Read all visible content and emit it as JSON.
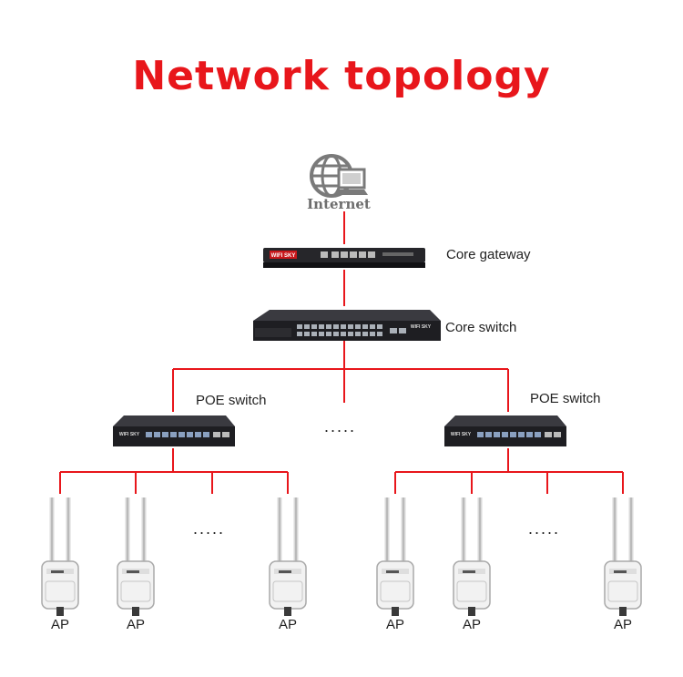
{
  "title": "Network topology",
  "internet_label": "Internet",
  "core_gateway_label": "Core gateway",
  "core_switch_label": "Core switch",
  "poe_switch_left_label": "POE switch",
  "poe_switch_right_label": "POE switch",
  "ellipsis": ".....",
  "ap_label": "AP",
  "device_brand": "WIFI SKY",
  "colors": {
    "title": "#e8161b",
    "links": "#e8161b",
    "device": "#1e1e22"
  }
}
